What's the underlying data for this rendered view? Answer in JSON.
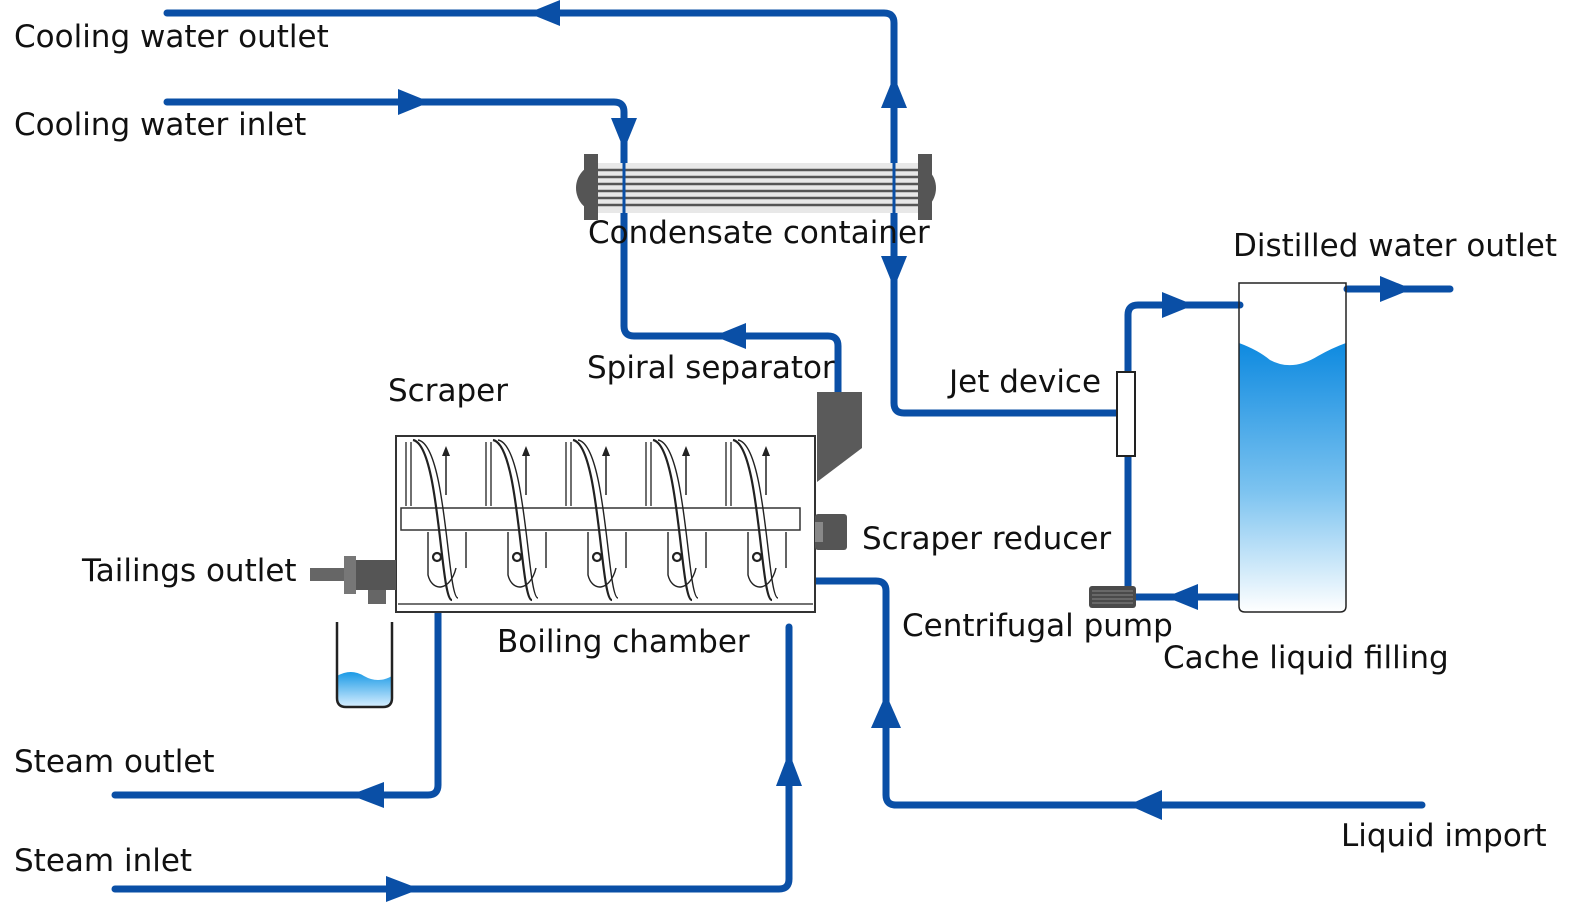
{
  "labels": {
    "cooling_water_outlet": "Cooling water outlet",
    "cooling_water_inlet": "Cooling water inlet",
    "condensate_container": "Condensate container",
    "distilled_water_outlet": "Distilled water outlet",
    "spiral_separator": "Spiral separator",
    "scraper": "Scraper",
    "jet_device": "Jet device",
    "scraper_reducer": "Scraper reducer",
    "tailings_outlet": "Tailings outlet",
    "centrifugal_pump": "Centrifugal pump",
    "boiling_chamber": "Boiling chamber",
    "cache_liquid_filling": "Cache liquid filling",
    "steam_outlet": "Steam outlet",
    "liquid_import": "Liquid import",
    "steam_inlet": "Steam inlet"
  },
  "colors": {
    "pipe": "#0a4fa6",
    "equipment_dark": "#5a5a5a",
    "liquid_top": "#1a8fe0",
    "liquid_bottom": "#ffffff"
  }
}
